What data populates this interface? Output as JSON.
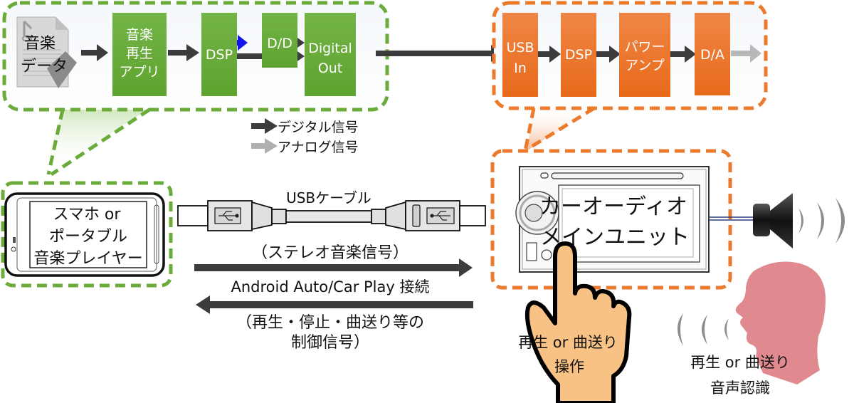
{
  "source_blocks": {
    "music_data": [
      "音楽",
      "データ"
    ],
    "player_app": [
      "音楽",
      "再生",
      "アプリ"
    ],
    "dsp": "DSP",
    "dd": "D/D",
    "digital_out": [
      "Digital",
      "Out"
    ]
  },
  "car_blocks": {
    "usb_in": [
      "USB",
      "In"
    ],
    "dsp": "DSP",
    "power_amp": [
      "パワー",
      "アンプ"
    ],
    "da": "D/A"
  },
  "legend": {
    "digital": "デジタル信号",
    "analog": "アナログ信号"
  },
  "device": {
    "label": [
      "スマホ or",
      "ポータブル",
      "音楽プレイヤー"
    ]
  },
  "cable": {
    "label": "USBケーブル"
  },
  "signals": {
    "forward": "（ステレオ音楽信号）",
    "connection": "Android Auto/Car Play 接続",
    "backward_line1": "（再生・停止・曲送り等の",
    "backward_line2": "制御信号）"
  },
  "head_unit": {
    "label": [
      "カーオーディオ",
      "メインユニット"
    ]
  },
  "operations": {
    "touch": [
      "再生 or 曲送り",
      "操作"
    ],
    "voice": [
      "再生 or 曲送り",
      "音声認識"
    ]
  },
  "colors": {
    "green": "#6aad3d",
    "green_dash": "#6aab3a",
    "orange": "#ec7526",
    "orange_dash": "#ec7a2c",
    "digital_arrow": "#3c3c3c",
    "analog_arrow": "#b8b8b8",
    "dd_arrow": "#1414f0",
    "hand": "#f7c283",
    "head": "#e08a90"
  }
}
